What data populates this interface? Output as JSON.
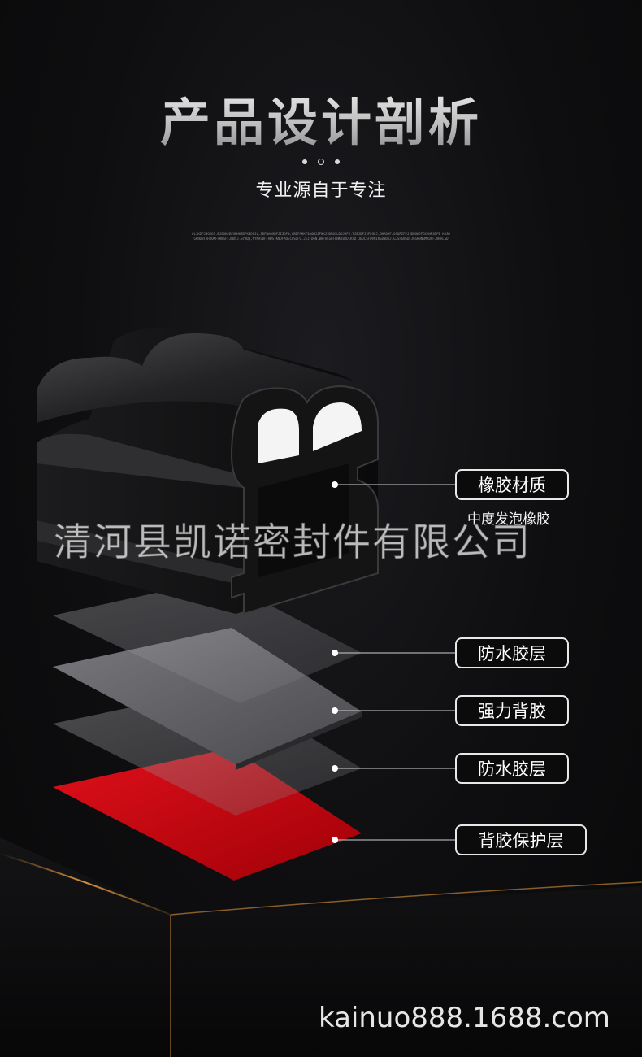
{
  "header": {
    "title": "产品设计剖析",
    "subtitle": "专业源自于专注",
    "fineprint": "OLJKDFJSOJOS.BJGOHJDFGHHKSDFKSDFJL,SDFNAOSDFJISDFN,GBDFAHKFSAOHJJFNKJSDHOSLDDJHFJ.TJBJDFJSFPSFJ,GHADHF.OSQRIFEJSDNGKJFGCHHRSDFB KASDGFNDBFKHDOKFFHNSFFJNDSJ.SYNOQ.MYNASDFFHDS KNDFAOECHSDFO.JIJFDGN.BHFALGHTRNKJBVDCKSD JBJLSFDVNIKSDNDKJ.GJSFGNSDFJGSHBNBMXDFFJNRALSD"
  },
  "callouts": [
    {
      "label": "橡胶材质",
      "note": "中度发泡橡胶"
    },
    {
      "label": "防水胶层"
    },
    {
      "label": "强力背胶"
    },
    {
      "label": "防水胶层"
    },
    {
      "label": "背胶保护层"
    }
  ],
  "watermark": "清河县凯诺密封件有限公司",
  "footer": {
    "site": "kainuo888.1688.com"
  },
  "colors": {
    "background": "#0d0d0f",
    "protective_layer": "#c8050f",
    "accent_line": "#f0a040"
  }
}
